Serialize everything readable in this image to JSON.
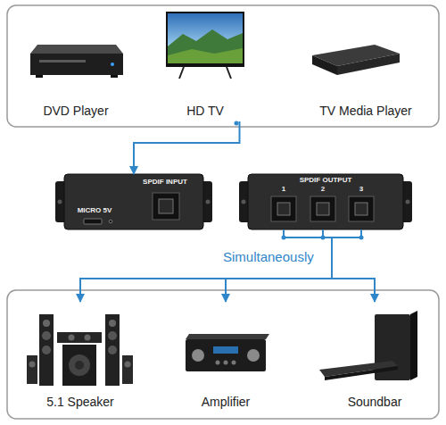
{
  "diagram": {
    "nodes": [
      {
        "text": [
          "DVD Player"
        ]
      },
      {
        "text": [
          "HD TV"
        ]
      },
      {
        "text": [
          "TV Media Player"
        ]
      },
      {
        "text": [
          "SPDIF INPUT",
          "MICRO 5V"
        ]
      },
      {
        "text": [
          "SPDIF OUTPUT",
          "1",
          "2",
          "3"
        ]
      },
      {
        "text": [
          "5.1 Speaker"
        ]
      },
      {
        "text": [
          "Amplifier"
        ]
      },
      {
        "text": [
          "Soundbar"
        ]
      }
    ],
    "edges": [
      {
        "from": 1,
        "to": 3,
        "arrow": "to"
      },
      {
        "from": 4,
        "to": 5,
        "arrow": "to"
      },
      {
        "from": 4,
        "to": 6,
        "arrow": "to"
      },
      {
        "from": 4,
        "to": 7,
        "arrow": "to"
      }
    ],
    "labels": [
      "Simultaneously"
    ]
  }
}
